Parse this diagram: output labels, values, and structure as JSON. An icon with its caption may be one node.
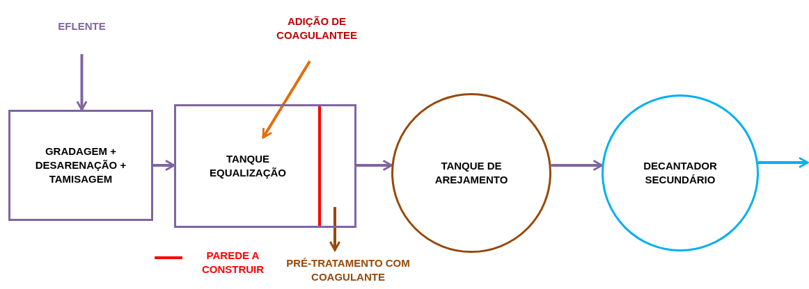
{
  "diagram": {
    "nodes": [
      {
        "text": [
          "EFLENTE"
        ]
      },
      {
        "text": [
          "GRADAGEM + DESARENAÇÃO + TAMISAGEM"
        ]
      },
      {
        "text": [
          "ADIÇÃO DE COAGULANTEE"
        ]
      },
      {
        "text": [
          "TANQUE EQUALIZAÇÃO"
        ]
      },
      {
        "text": [
          "TANQUE DE AREJAMENTO"
        ]
      },
      {
        "text": [
          "DECANTADOR SECUNDÁRIO"
        ]
      },
      {
        "text": [
          "PRÉ-TRATAMENTO COM COAGULANTE"
        ]
      }
    ],
    "edges": [
      {
        "from": 0,
        "to": 1,
        "arrow": "to"
      },
      {
        "from": 1,
        "to": 3,
        "arrow": "to"
      },
      {
        "from": 3,
        "to": 4,
        "arrow": "to"
      },
      {
        "from": 4,
        "to": 5,
        "arrow": "to"
      },
      {
        "from": 5,
        "to": null,
        "arrow": "to",
        "color": "#00b0f0"
      },
      {
        "from": 2,
        "to": 3,
        "arrow": "to",
        "color": "#e46c0a"
      },
      {
        "from": 3,
        "to": 6,
        "arrow": "to",
        "color": "#984807"
      }
    ],
    "legend": [
      {
        "text": "PAREDE A CONSTRUIR"
      }
    ]
  }
}
